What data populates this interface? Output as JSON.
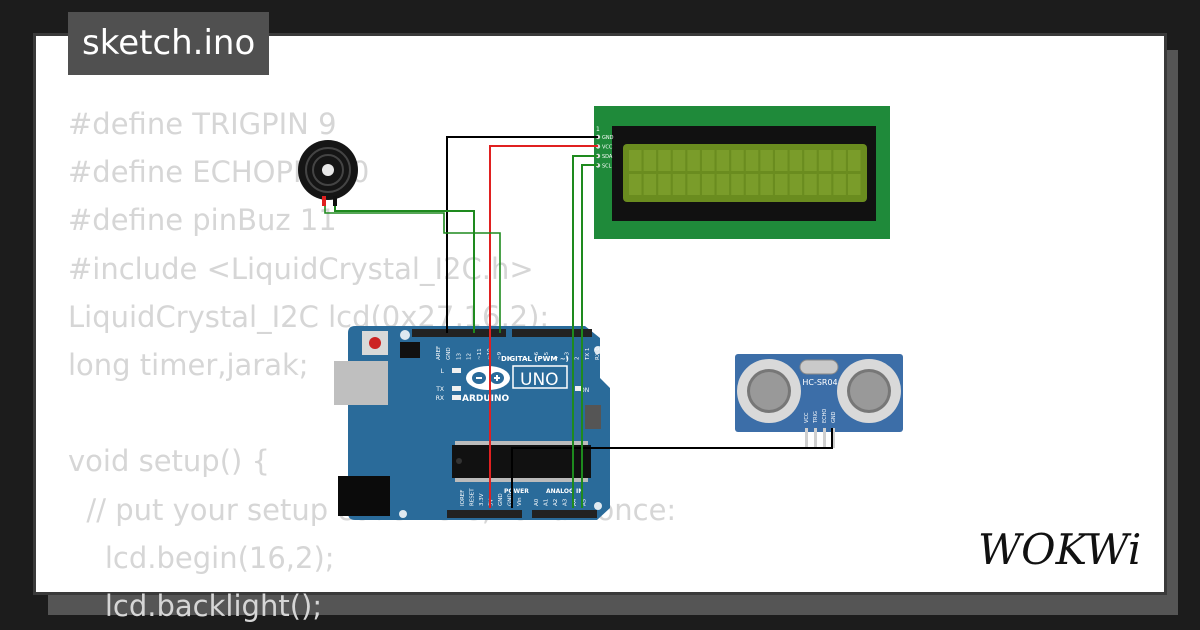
{
  "title": "sketch.ino",
  "code_lines": [
    "#define TRIGPIN 9",
    "#define ECHOPIN 10",
    "#define pinBuz 11",
    "#include <LiquidCrystal_I2C.h>",
    "LiquidCrystal_I2C lcd(0x27,16,2);",
    "long timer,jarak;",
    "",
    "void setup() {",
    "  // put your setup code here, to run once:",
    "    lcd.begin(16,2);",
    "    lcd.backlight();"
  ],
  "board": {
    "brand": "ARDUINO",
    "model": "UNO",
    "digital_header": "DIGITAL (PWM ~)",
    "power_header": "POWER",
    "analog_header": "ANALOG IN",
    "on_label": "ON",
    "led_labels": [
      "L",
      "TX",
      "RX"
    ],
    "digital_pins": [
      "AREF",
      "GND",
      "13",
      "12",
      "~11",
      "~10",
      "~9",
      "8",
      "7",
      "~6",
      "~5",
      "4",
      "~3",
      "2",
      "TX 1",
      "RX 0"
    ],
    "power_pins": [
      "IOREF",
      "RESET",
      "3.3V",
      "5V",
      "GND",
      "GND",
      "Vin"
    ],
    "analog_pins": [
      "A0",
      "A1",
      "A2",
      "A3",
      "A4",
      "A5"
    ]
  },
  "lcd": {
    "pins": [
      "GND",
      "VCC",
      "SDA",
      "SCL"
    ],
    "pin1_marker": "1"
  },
  "sensor": {
    "model": "HC-SR04",
    "pins": [
      "VCC",
      "TRIG",
      "ECHO",
      "GND"
    ]
  },
  "colors": {
    "wire_black": "#000000",
    "wire_red": "#e02020",
    "wire_green": "#1e8a1e",
    "board": "#2a6b9a",
    "lcd_pcb": "#1f8a3a",
    "lcd_screen": "#6a8c1f",
    "sensor_pcb": "#3c6ea8"
  },
  "logo_text": "WOKWi"
}
